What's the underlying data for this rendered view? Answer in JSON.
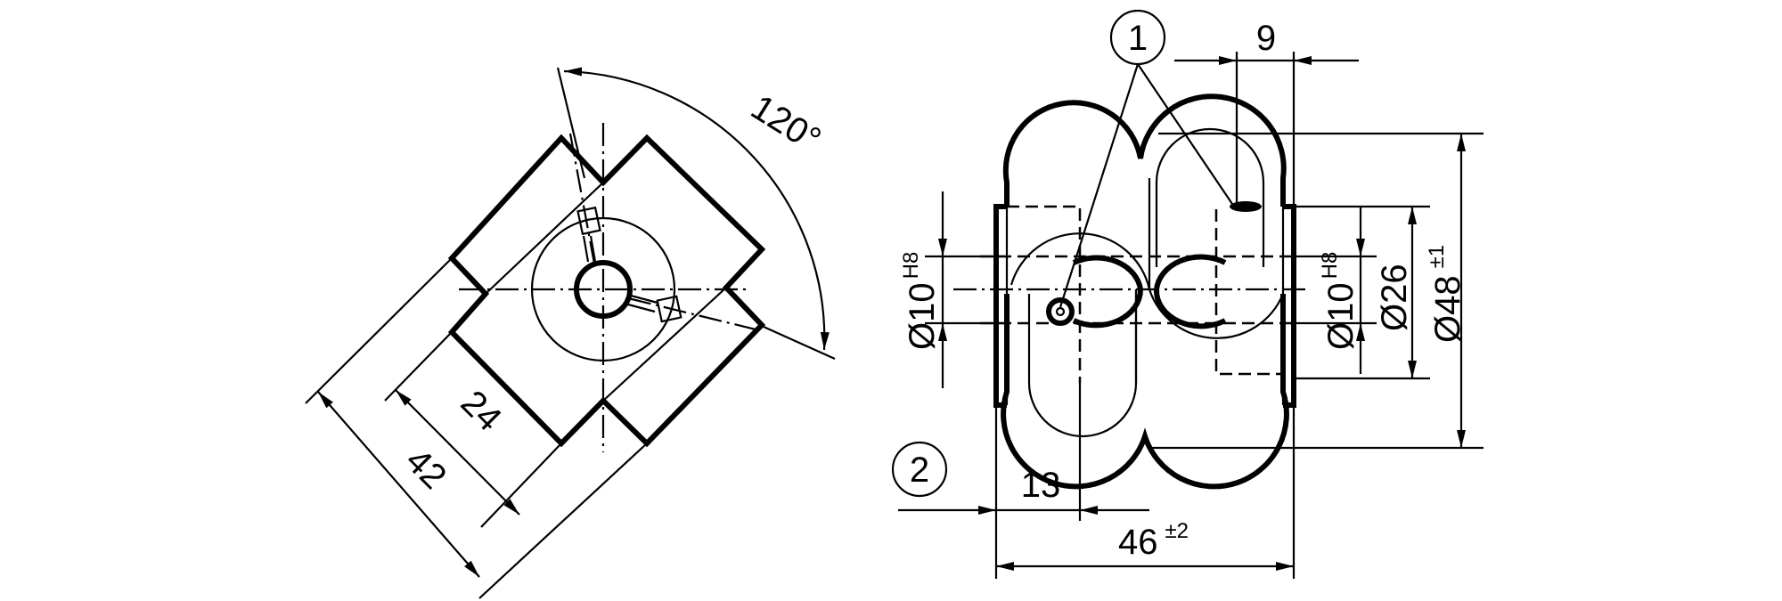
{
  "drawing": {
    "title": "Coupling dimension drawing",
    "units": "mm",
    "line_color": "#000000",
    "background": "#ffffff"
  },
  "left_view": {
    "angle": {
      "value": "120°"
    },
    "width_inner": {
      "value": "24"
    },
    "width_outer": {
      "value": "42"
    }
  },
  "right_view": {
    "callouts": [
      {
        "label": "1"
      },
      {
        "label": "2"
      }
    ],
    "dim_offset": {
      "value": "9"
    },
    "bore_left": {
      "symbol": "Ø",
      "value": "10",
      "tolerance": "H8"
    },
    "bore_right": {
      "symbol": "Ø",
      "value": "10",
      "tolerance": "H8"
    },
    "hub_diameter": {
      "symbol": "Ø",
      "value": "26"
    },
    "outer_diameter": {
      "symbol": "Ø",
      "value": "48",
      "tolerance": "±1"
    },
    "insertion_depth": {
      "value": "13"
    },
    "overall_length": {
      "value": "46",
      "tolerance": "±2"
    }
  }
}
